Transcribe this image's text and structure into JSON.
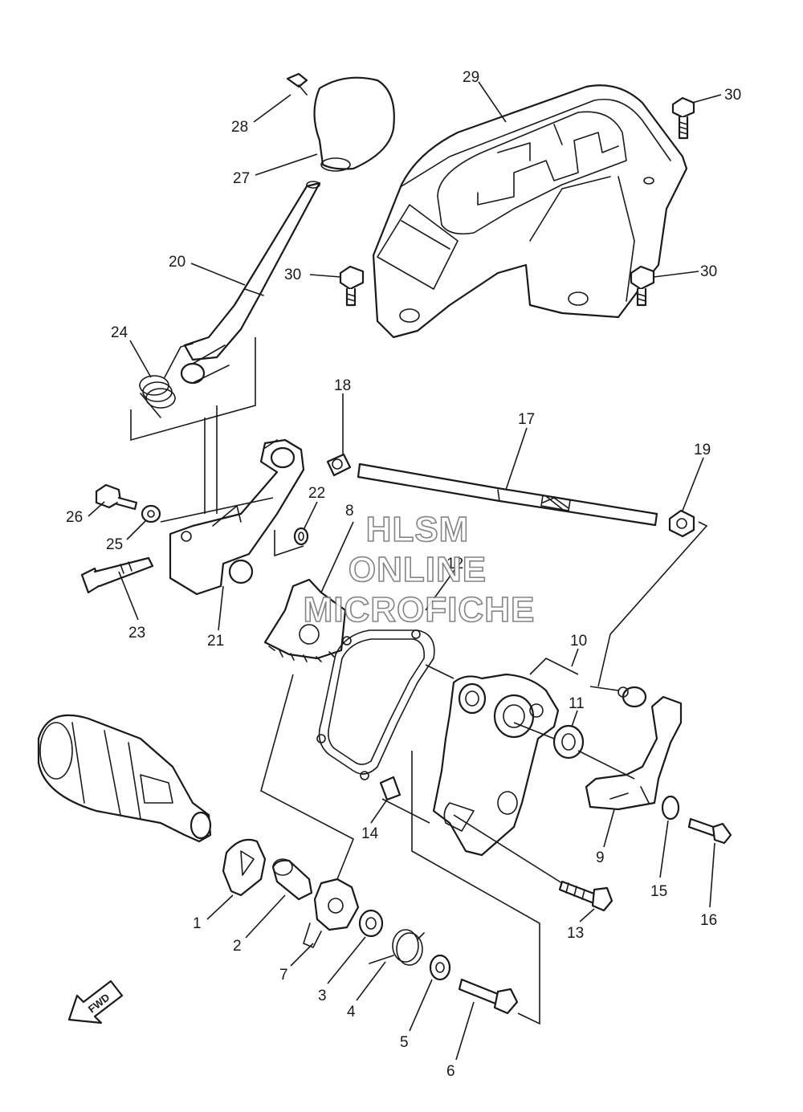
{
  "callouts": {
    "c1": "1",
    "c2": "2",
    "c3": "3",
    "c4": "4",
    "c5": "5",
    "c6": "6",
    "c7": "7",
    "c8": "8",
    "c9": "9",
    "c10": "10",
    "c11": "11",
    "c12": "12",
    "c13": "13",
    "c14": "14",
    "c15": "15",
    "c16": "16",
    "c17": "17",
    "c18": "18",
    "c19": "19",
    "c20": "20",
    "c21": "21",
    "c22": "22",
    "c23": "23",
    "c24": "24",
    "c25": "25",
    "c26": "26",
    "c27": "27",
    "c28": "28",
    "c29": "29",
    "c30a": "30",
    "c30b": "30",
    "c30c": "30"
  },
  "watermark": {
    "line1": "HLSM",
    "line2": "ONLINE",
    "line3": "MICROFICHE"
  },
  "direction_marker": {
    "label": "FWD"
  }
}
